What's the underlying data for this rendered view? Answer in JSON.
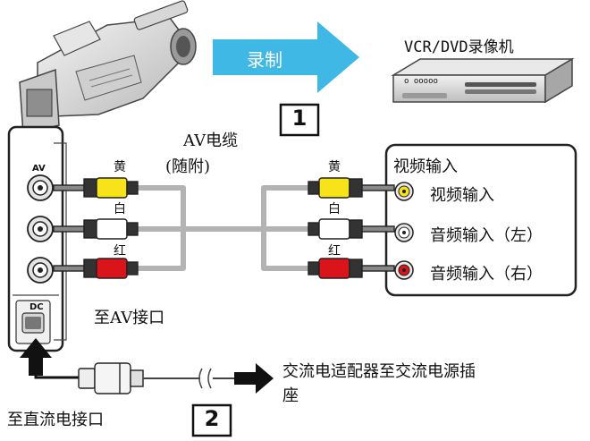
{
  "recorder": {
    "label": "VCR/DVD录像机",
    "brand": "o ooooo"
  },
  "record_arrow": {
    "label": "录制",
    "color": "#3fb8e6"
  },
  "step_badges": [
    "1",
    "2"
  ],
  "cable": {
    "name": "AV电缆",
    "note": "(随附)"
  },
  "camera_panel": {
    "av_label": "AV",
    "dc_label": "DC"
  },
  "plug_colors": {
    "yellow": "黄",
    "white": "白",
    "red": "红"
  },
  "av_jack_label": "至AV接口",
  "input_panel": {
    "title": "视频输入",
    "inputs": [
      "视频输入",
      "音频输入（左）",
      "音频输入（右）"
    ]
  },
  "dc_jack_label": "至直流电接口",
  "adapter_label": [
    "交流电适配器至交流电源插",
    "座"
  ],
  "colors": {
    "yellow": "#f7e31a",
    "red": "#d9141b",
    "white": "#ffffff",
    "cable": "#b3b3b3",
    "accent_blue": "#3fb8e6"
  }
}
